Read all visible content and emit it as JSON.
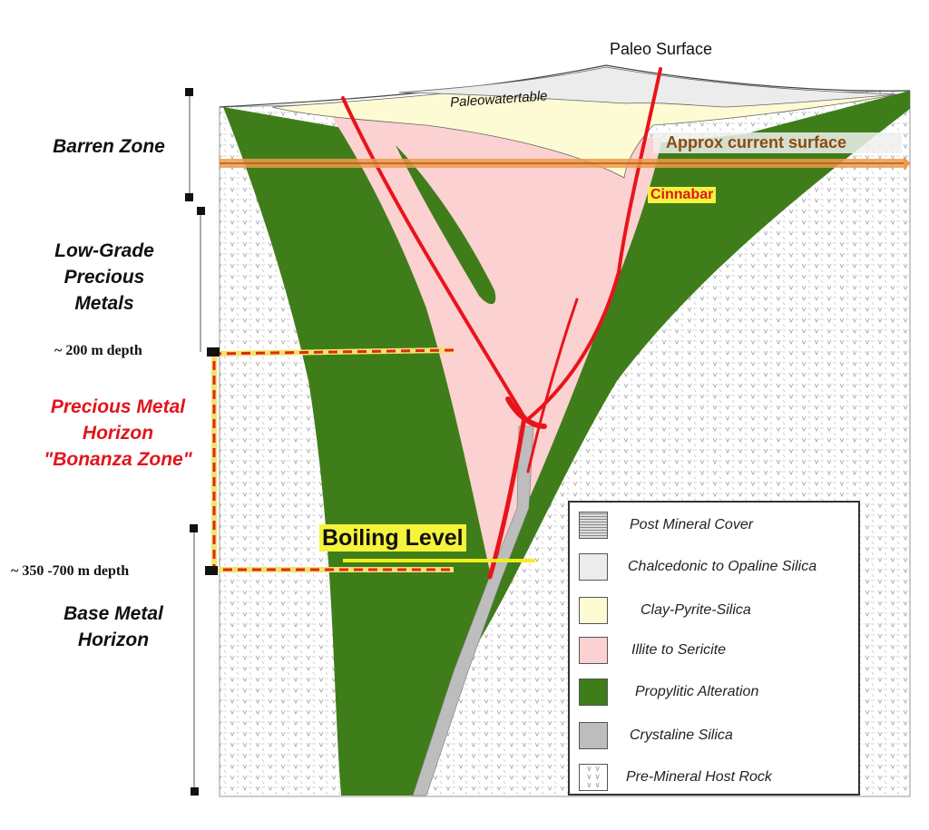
{
  "labels": {
    "paleo_surface": "Paleo Surface",
    "paleowatertable": "Paleowatertable",
    "approx_current_surface": "Approx current surface",
    "cinnabar": "Cinnabar",
    "boiling_level": "Boiling Level"
  },
  "zones": {
    "barren": "Barren Zone",
    "low_grade": [
      "Low-Grade",
      "Precious",
      "Metals"
    ],
    "precious_metal": [
      "Precious Metal",
      "Horizon",
      "\"Bonanza Zone\""
    ],
    "base_metal": [
      "Base Metal",
      "Horizon"
    ]
  },
  "depths": {
    "d200": "~ 200 m depth",
    "d350": "~ 350 -700 m depth"
  },
  "legend": [
    {
      "label": "Post Mineral Cover",
      "pattern": "hstripe",
      "color": "#d6d6d6"
    },
    {
      "label": "Chalcedonic to Opaline Silica",
      "pattern": "solid",
      "color": "#ececec"
    },
    {
      "label": "Clay-Pyrite-Silica",
      "pattern": "solid",
      "color": "#fdfbd3"
    },
    {
      "label": "Illite to Sericite",
      "pattern": "solid",
      "color": "#fbd1d1"
    },
    {
      "label": "Propylitic Alteration",
      "pattern": "solid",
      "color": "#3f7d1a"
    },
    {
      "label": "Crystaline Silica",
      "pattern": "solid",
      "color": "#bdbdbd"
    },
    {
      "label": "Pre-Mineral Host Rock",
      "pattern": "vdots",
      "color": "#ffffff"
    }
  ],
  "colors": {
    "host_rock": "#ffffff",
    "propylitic": "#3f7d1a",
    "illite": "#fbd1d1",
    "clay": "#fdfbd3",
    "chalcedonic": "#ececec",
    "crystaline": "#bdbdbd",
    "vein": "#e8141b",
    "current_surface": "#ef9a4a",
    "boiling": "#f0ef1a",
    "bonanza_outline": "#e0261b"
  }
}
